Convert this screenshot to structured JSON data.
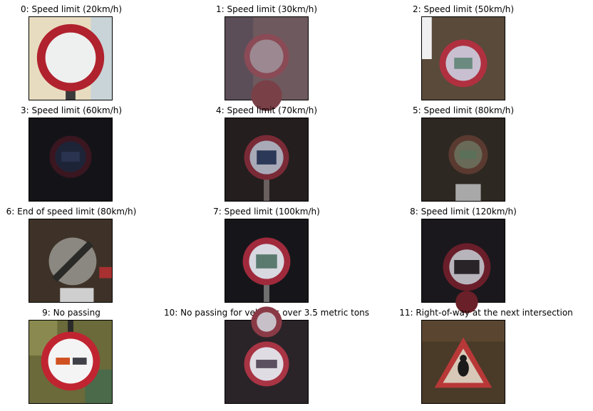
{
  "figure": {
    "panels": [
      {
        "title": "0: Speed limit (20km/h)",
        "image": "sign-20-icon"
      },
      {
        "title": "1: Speed limit (30km/h)",
        "image": "sign-30-icon"
      },
      {
        "title": "2: Speed limit (50km/h)",
        "image": "sign-50-icon"
      },
      {
        "title": "3: Speed limit (60km/h)",
        "image": "sign-60-icon"
      },
      {
        "title": "4: Speed limit (70km/h)",
        "image": "sign-70-icon"
      },
      {
        "title": "5: Speed limit (80km/h)",
        "image": "sign-80-icon"
      },
      {
        "title": "6: End of speed limit (80km/h)",
        "image": "sign-end-80-icon"
      },
      {
        "title": "7: Speed limit (100km/h)",
        "image": "sign-100-icon"
      },
      {
        "title": "8: Speed limit (120km/h)",
        "image": "sign-120-icon"
      },
      {
        "title": "9: No passing",
        "image": "sign-no-passing-icon"
      },
      {
        "title": "10: No passing for vehicles over 3.5 metric tons",
        "image": "sign-no-passing-trucks-icon"
      },
      {
        "title": "11: Right-of-way at the next intersection",
        "image": "sign-right-of-way-icon"
      }
    ]
  }
}
